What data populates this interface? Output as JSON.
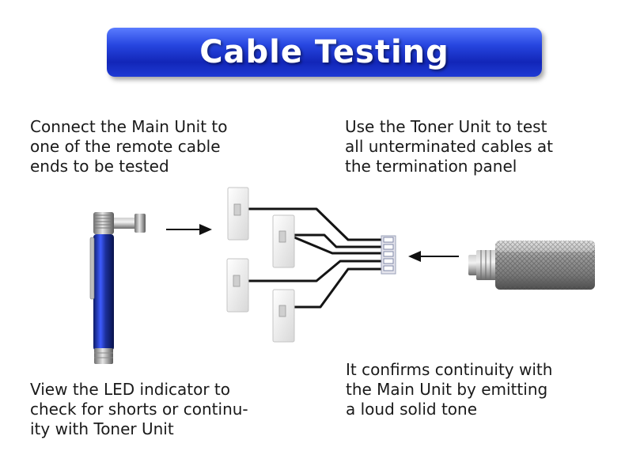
{
  "banner": {
    "title": "Cable Testing"
  },
  "captions": {
    "top_left": [
      "Connect the Main Unit to",
      "one of the remote cable",
      "ends to be tested"
    ],
    "top_right": [
      "Use the Toner Unit to test",
      "all unterminated cables at",
      "the termination panel"
    ],
    "bottom_right": [
      "It confirms continuity with",
      "the Main Unit by emitting",
      "a loud solid tone"
    ],
    "bottom_left": [
      "View the LED indicator to",
      "check for shorts or continu-",
      "ity with Toner Unit"
    ]
  },
  "colors": {
    "banner_blue": "#1f3ad2",
    "tester_blue": "#1b2f9a",
    "cable": "#141414",
    "metal": "#b8b8b8"
  },
  "icons": [
    "main-unit-tester-icon",
    "wall-jack-icon",
    "termination-panel-icon",
    "toner-unit-icon",
    "arrow-right-icon",
    "arrow-left-icon"
  ]
}
